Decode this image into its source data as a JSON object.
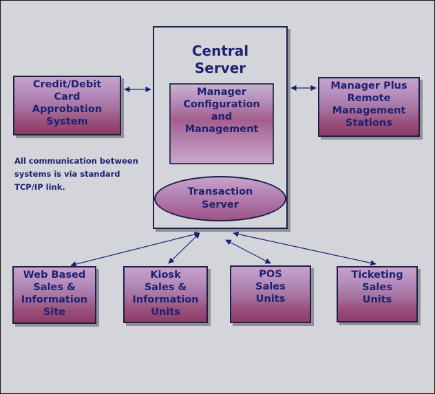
{
  "central_server": {
    "title": "Central\nServer",
    "manager_config": "Manager\nConfiguration\nand\nManagement",
    "transaction_server": "Transaction\nServer"
  },
  "credit_debit": "Credit/Debit\nCard\nApprobation\nSystem",
  "manager_plus": "Manager Plus\nRemote\nManagement\nStations",
  "note": "All communication between systems is via standard TCP/IP link.",
  "bottom_nodes": {
    "web": "Web Based\nSales &\nInformation\nSite",
    "kiosk": "Kiosk\nSales &\nInformation\nUnits",
    "pos": "POS\nSales\nUnits",
    "ticketing": "Ticketing\nSales\nUnits"
  },
  "colors": {
    "background": "#d3d5da",
    "text": "#1e2170",
    "border": "#1e1f4a",
    "box_gradient_top": "#c6a3c9",
    "box_gradient_bottom": "#8c3d65",
    "arrow": "#1e2170"
  }
}
